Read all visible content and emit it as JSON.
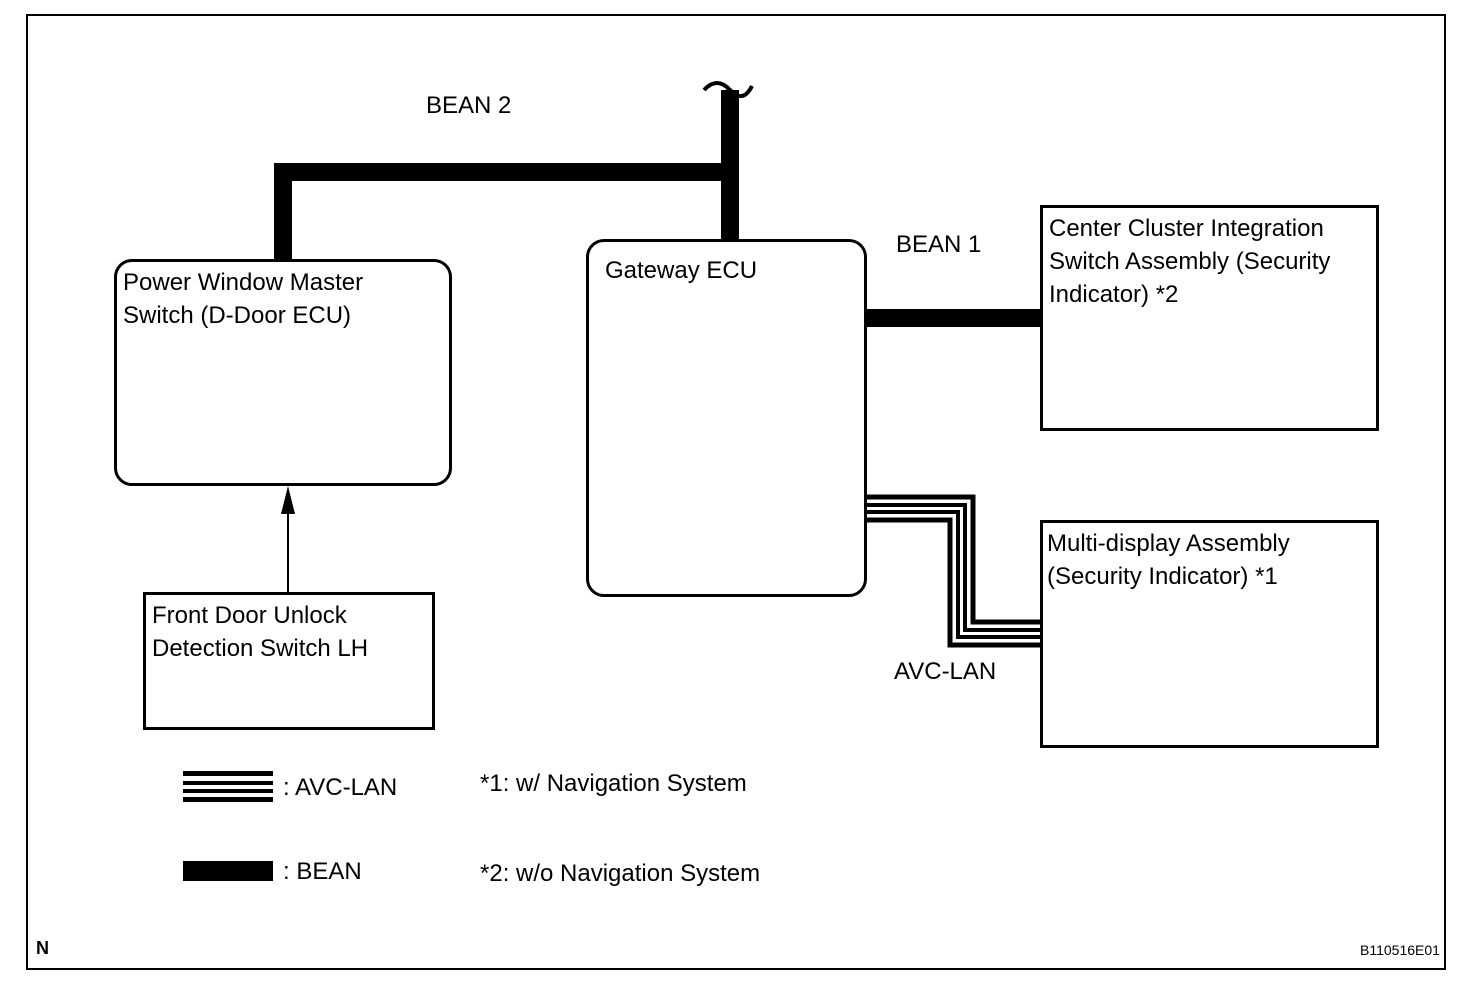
{
  "boxes": {
    "power_window": "Power Window Master\nSwitch (D-Door ECU)",
    "gateway": "Gateway ECU",
    "center_cluster": "Center Cluster Integration\nSwitch Assembly (Security\nIndicator) *2",
    "multi_display": "Multi-display Assembly\n(Security Indicator) *1",
    "front_door": "Front Door Unlock\nDetection Switch LH"
  },
  "wire_labels": {
    "bean2": "BEAN 2",
    "bean1": "BEAN 1",
    "avc_lan": "AVC-LAN"
  },
  "legend": {
    "avc_lan": ": AVC-LAN",
    "bean": ": BEAN"
  },
  "notes": {
    "note1": "*1: w/ Navigation System",
    "note2": "*2: w/o Navigation System"
  },
  "corner": {
    "left": "N",
    "code": "B110516E01"
  }
}
